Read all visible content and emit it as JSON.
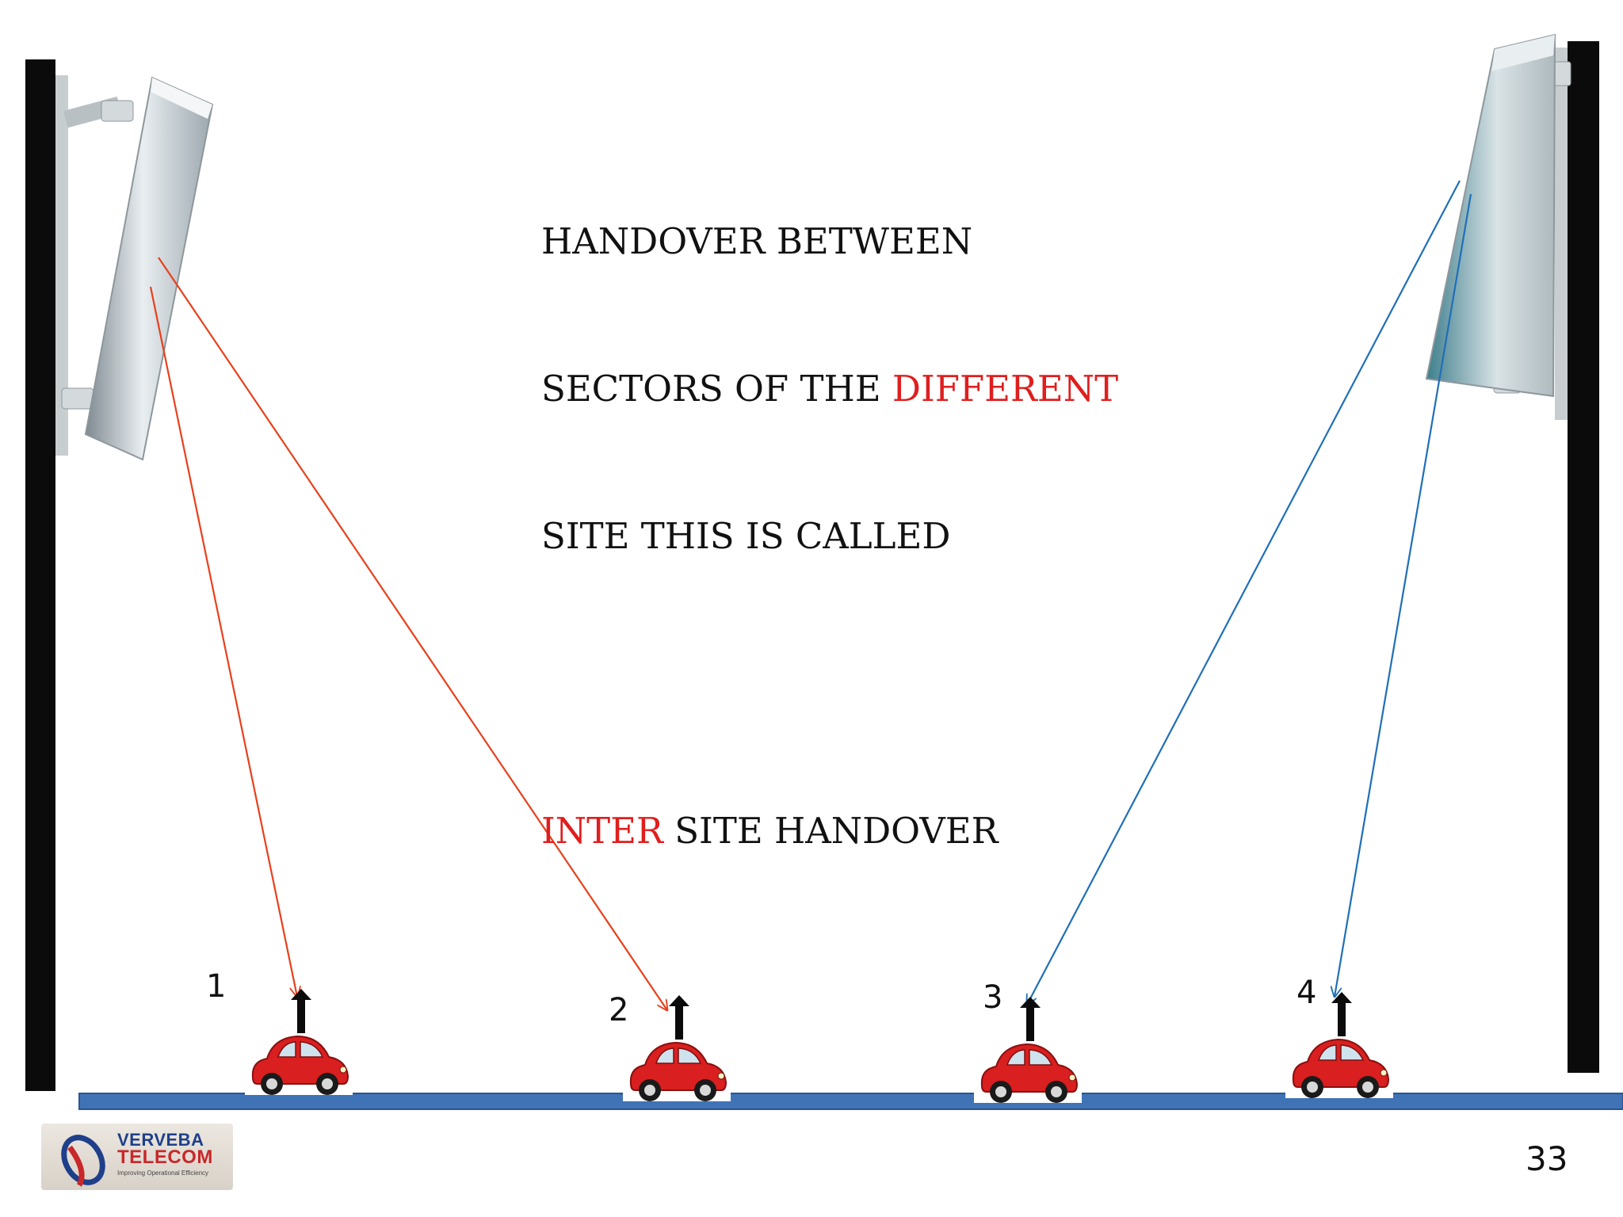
{
  "heading": {
    "line1": "HANDOVER BETWEEN",
    "line2_prefix": "SECTORS OF THE ",
    "line2_highlight": "DIFFERENT",
    "line3": "SITE THIS IS CALLED",
    "line5_highlight": "INTER",
    "line5_suffix": " SITE HANDOVER"
  },
  "cars": [
    {
      "label": "1",
      "serving_site": "left"
    },
    {
      "label": "2",
      "serving_site": "left"
    },
    {
      "label": "3",
      "serving_site": "right"
    },
    {
      "label": "4",
      "serving_site": "right"
    }
  ],
  "colors": {
    "left_site_links": "#e8401c",
    "right_site_links": "#1f6fb8",
    "highlight_text": "#e01e1e",
    "road": "#3f73b6",
    "car_body": "#d91f1f"
  },
  "logo": {
    "line1": "VERVEBA",
    "line2": "TELECOM",
    "tagline": "Improving Operational Efficiency"
  },
  "page_number": "33"
}
